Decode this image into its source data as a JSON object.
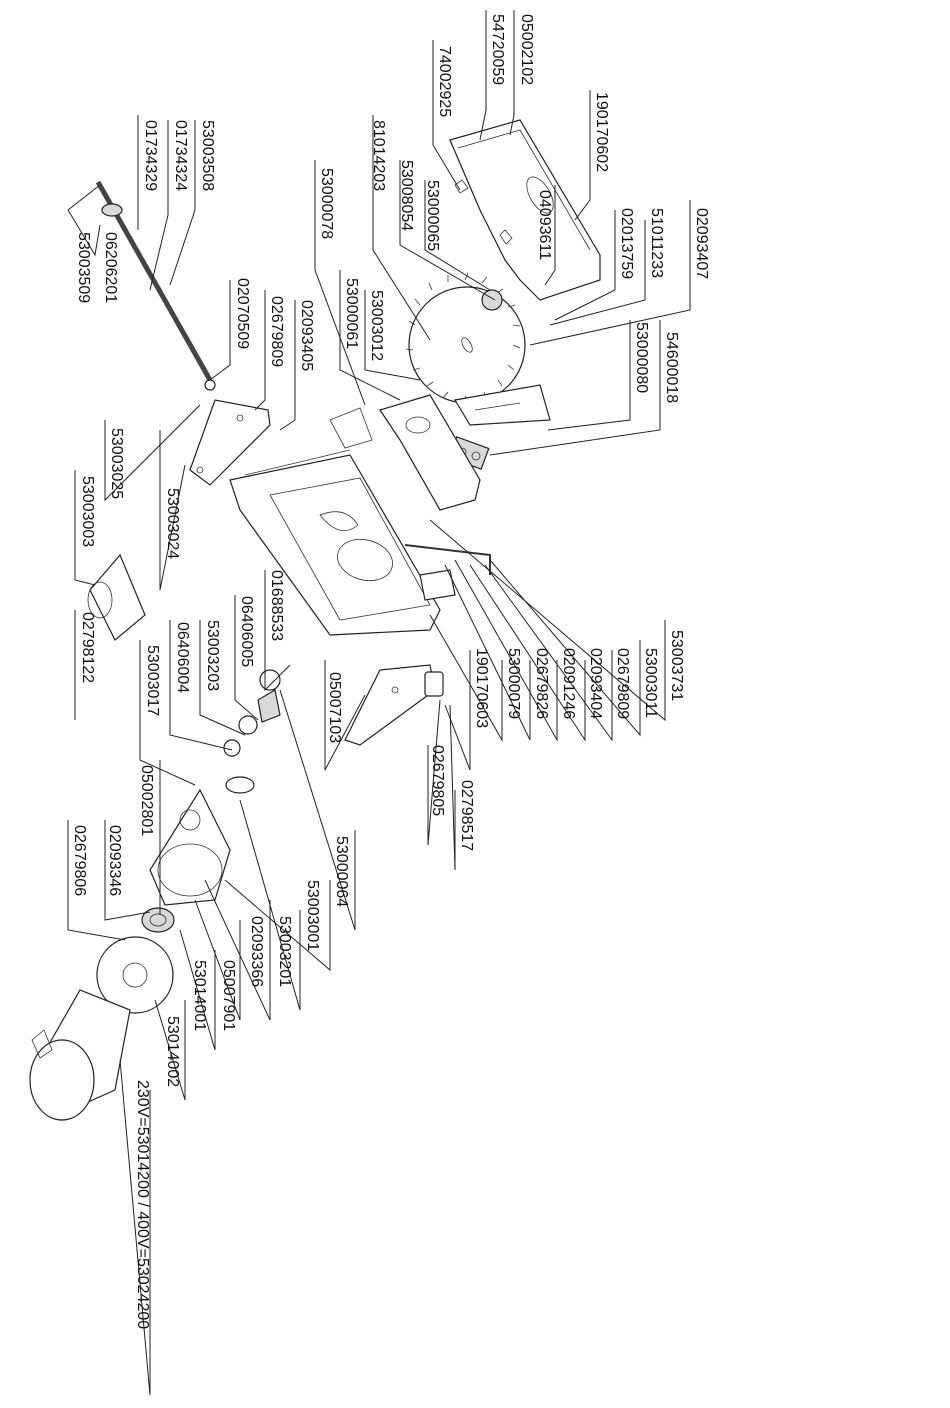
{
  "parts": {
    "p05002102": "05002102",
    "p54720059": "54720059",
    "p74002925": "74002925",
    "p190170602": "190170602",
    "p81014203": "81014203",
    "p53008054": "53008054",
    "p53000065": "53000065",
    "p04093611": "04093611",
    "p02013759": "02013759",
    "p51011233": "51011233",
    "p02093407": "02093407",
    "p53000078": "53000078",
    "p53000061": "53000061",
    "p53003012": "53003012",
    "p53000080": "53000080",
    "p54600018": "54600018",
    "p53003508": "53003508",
    "p01734324": "01734324",
    "p01734329": "01734329",
    "p06206201": "06206201",
    "p53003509": "53003509",
    "p02070509": "02070509",
    "p02679809_a": "02679809",
    "p02093405": "02093405",
    "p53003025": "53003025",
    "p53003024": "53003024",
    "p53003003": "53003003",
    "p02798122": "02798122",
    "p01688533": "01688533",
    "p06406005": "06406005",
    "p53003203": "53003203",
    "p06406004": "06406004",
    "p53003017": "53003017",
    "p05002801": "05002801",
    "p02093346": "02093346",
    "p02679806": "02679806",
    "p53003731": "53003731",
    "p53003011": "53003011",
    "p02679809_b": "02679809",
    "p02093404": "02093404",
    "p02091246": "02091246",
    "p02679826": "02679826",
    "p53000079": "53000079",
    "p190170603": "190170603",
    "p05007103": "05007103",
    "p02679805": "02679805",
    "p02798517": "02798517",
    "p53000064": "53000064",
    "p53003001": "53003001",
    "p53003201": "53003201",
    "p02093366": "02093366",
    "p05007901": "05007901",
    "p53014001": "53014001",
    "p53014002": "53014002",
    "motor": "230V=53014200 / 400V=53024200"
  }
}
